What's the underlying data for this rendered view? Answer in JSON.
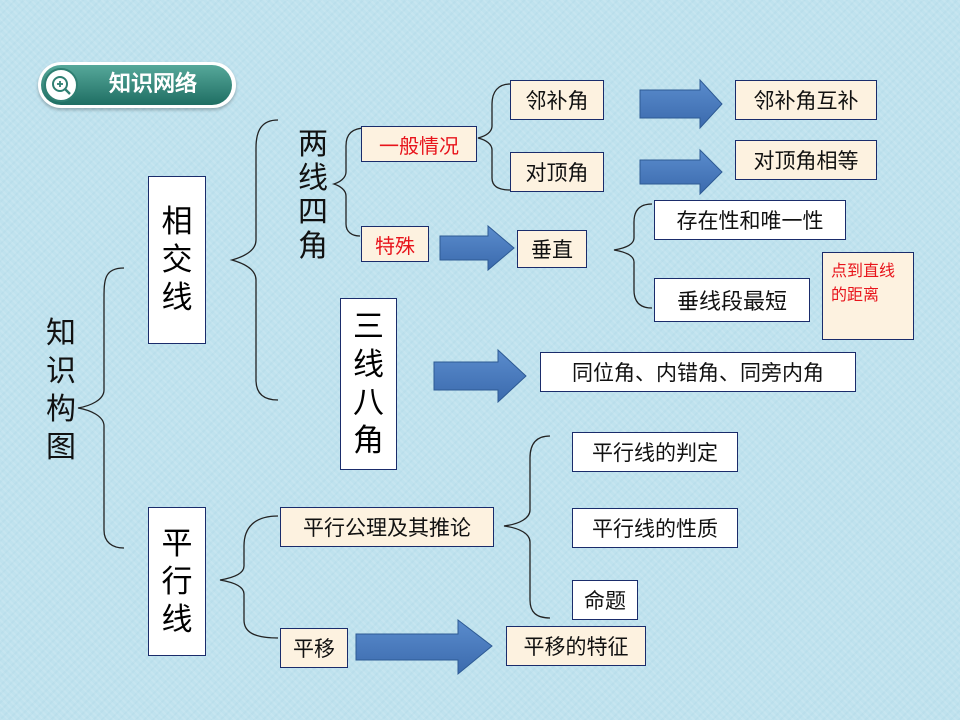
{
  "header": {
    "title": "知识网络",
    "icon": "magnifier-plus-icon"
  },
  "colors": {
    "accent_red": "#e8141b",
    "arrow_fill": "#4a7bbd",
    "brace_color": "#222222",
    "header_teal": "#2f7f72"
  },
  "root": "知识构图",
  "intersecting": {
    "title": "相交线",
    "two_lines_four_angles": {
      "title": "两线四角",
      "general_case": "一般情况",
      "adjacent_supplementary": "邻补角",
      "adjacent_supplementary_result": "邻补角互补",
      "vertical_angles": "对顶角",
      "vertical_angles_result": "对顶角相等",
      "special_case": "特殊",
      "perpendicular": "垂直",
      "existence_uniqueness": "存在性和唯一性",
      "shortest_perpendicular": "垂线段最短",
      "distance_note": "点到直线的距离"
    },
    "three_lines_eight_angles": {
      "title": "三线八角",
      "angles": "同位角、内错角、同旁内角"
    }
  },
  "parallel": {
    "title": "平行线",
    "axiom": "平行公理及其推论",
    "criteria": "平行线的判定",
    "properties": "平行线的性质",
    "proposition": "命题",
    "translation": "平移",
    "translation_features": "平移的特征"
  }
}
